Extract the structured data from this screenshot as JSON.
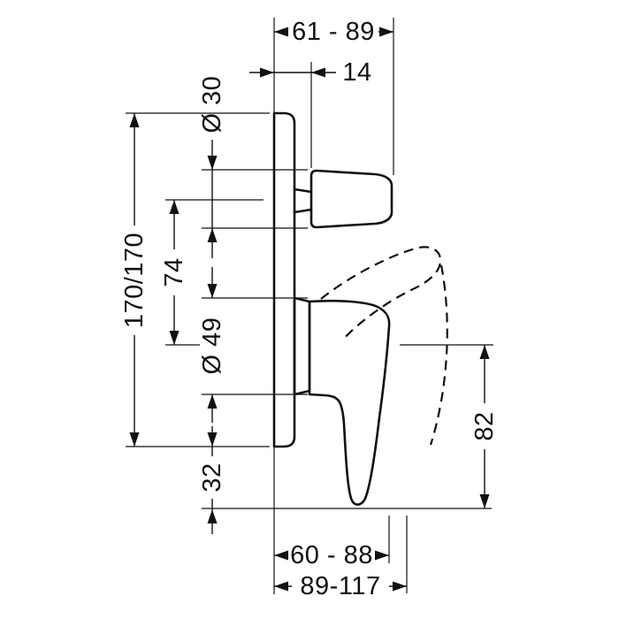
{
  "drawing": {
    "dimensions": {
      "projection": "61 - 89",
      "stem_length": "14",
      "handle_diameter": "Ø 30",
      "plate_size": "170/170",
      "axis_spacing": "74",
      "sleeve_diameter": "Ø 49",
      "lever_overhang": "32",
      "lever_length": "82",
      "depth_front": "60 - 88",
      "depth_total": "89-117"
    }
  }
}
